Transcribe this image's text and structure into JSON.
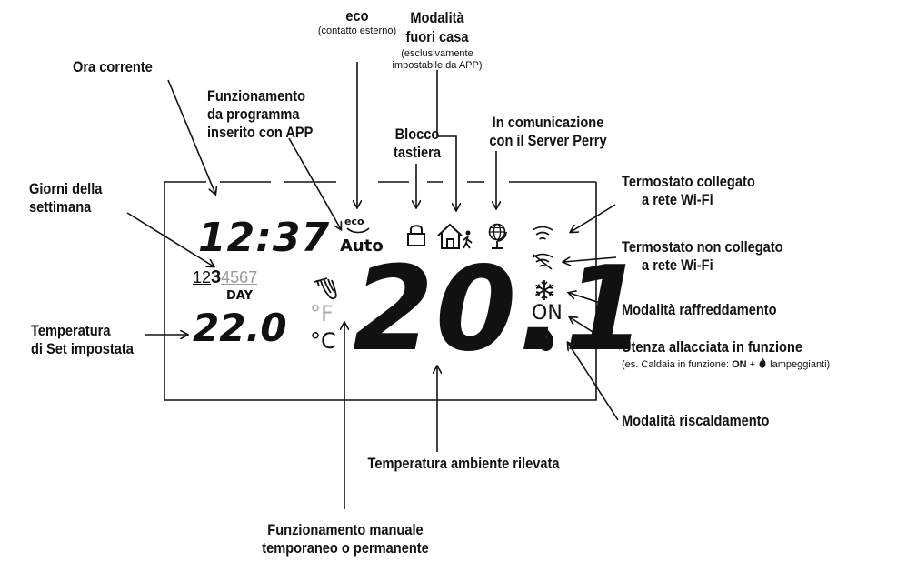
{
  "labels": {
    "ora_corrente": "Ora corrente",
    "eco_title": "eco",
    "eco_sub": "(contatto esterno)",
    "fuori_casa_1": "Modalità",
    "fuori_casa_2": "fuori casa",
    "fuori_casa_sub1": "(esclusivamente",
    "fuori_casa_sub2": "impostabile da APP)",
    "funz_prog_1": "Funzionamento",
    "funz_prog_2": "da programma",
    "funz_prog_3": "inserito con APP",
    "blocco_1": "Blocco",
    "blocco_2": "tastiera",
    "server_1": "In comunicazione",
    "server_2": "con il Server Perry",
    "giorni_1": "Giorni della",
    "giorni_2": "settimana",
    "wifi_on_1": "Termostato collegato",
    "wifi_on_2": "a rete Wi-Fi",
    "wifi_off_1": "Termostato non collegato",
    "wifi_off_2": "a rete Wi-Fi",
    "raffreddamento": "Modalità raffreddamento",
    "temp_set_1": "Temperatura",
    "temp_set_2": "di Set impostata",
    "utenza": "Utenza allacciata in funzione",
    "utenza_sub_prefix": "(es. Caldaia in funzione: ",
    "utenza_sub_on": "ON",
    "utenza_sub_plus": " + ",
    "utenza_sub_suffix": " lampeggianti)",
    "riscaldamento": "Modalità riscaldamento",
    "temp_ambiente": "Temperatura ambiente rilevata",
    "manuale_1": "Funzionamento manuale",
    "manuale_2": "temporaneo o permanente"
  },
  "display": {
    "time": "12:37",
    "days_prefix": "12",
    "day_current": "3",
    "days_suffix": "4567",
    "day_label": "DAY",
    "set_temp": "22.0",
    "room_temp": "20.1",
    "unit_f": "°F",
    "unit_c": "°C",
    "eco": "eco",
    "auto": "Auto",
    "on": "ON"
  }
}
